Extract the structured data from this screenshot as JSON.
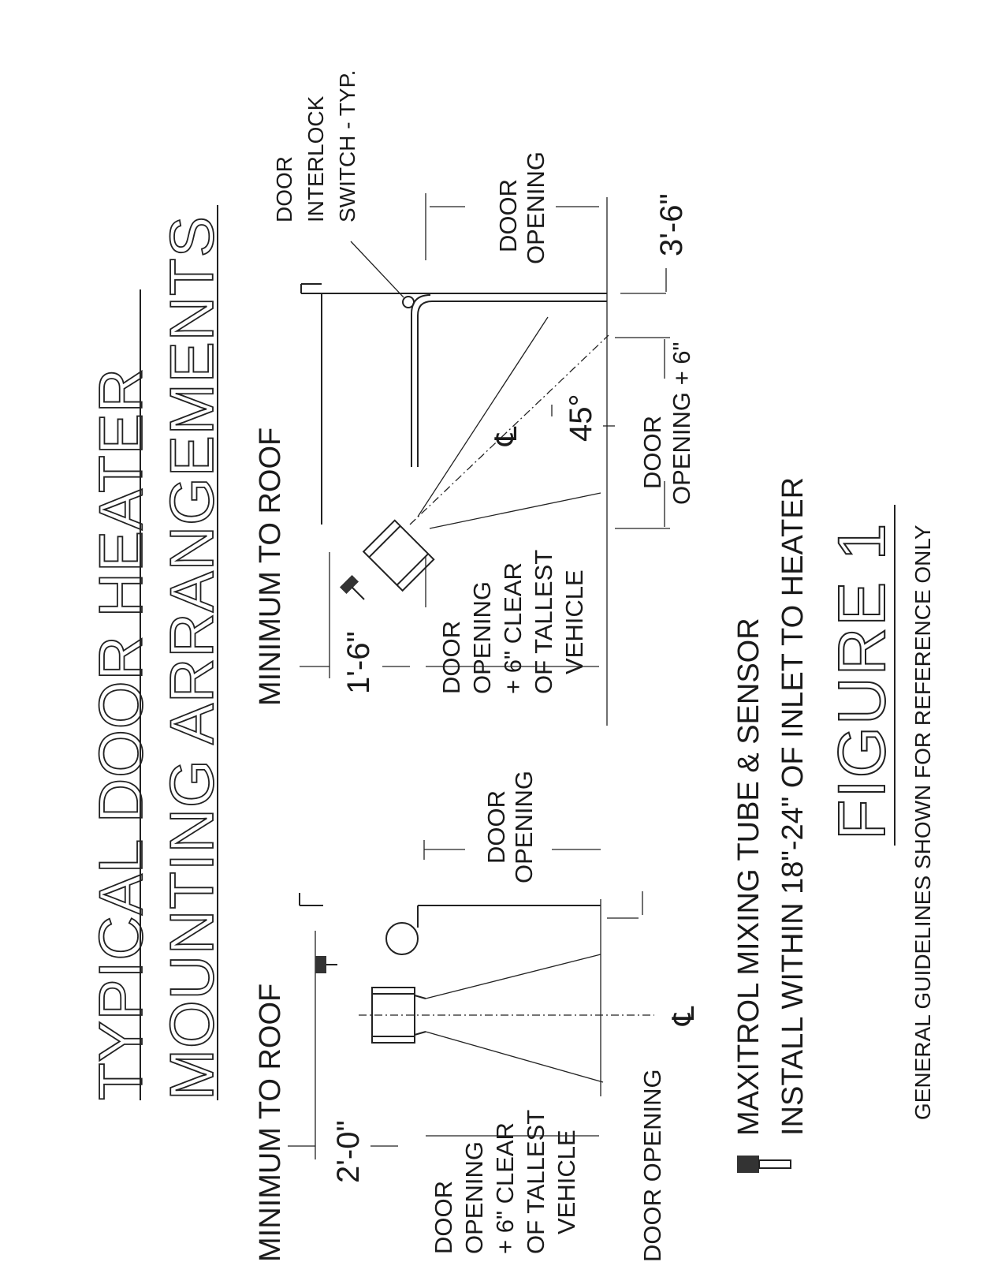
{
  "title": {
    "line1": "TYPICAL DOOR HEATER",
    "line2": "MOUNTING ARRANGEMENTS"
  },
  "figure_label": "FIGURE 1",
  "footer_note": "GENERAL GUIDELINES SHOWN FOR REFERENCE ONLY",
  "legend": {
    "line1": "MAXITROL MIXING TUBE & SENSOR",
    "line2": "INSTALL WITHIN 18\"-24\" OF INLET TO HEATER"
  },
  "left_arrangement": {
    "min_to_roof": "MINIMUM TO ROOF",
    "dim_top": "2'-0\"",
    "clearance": [
      "DOOR",
      "OPENING",
      "+ 6\" CLEAR",
      "OF TALLEST",
      "VEHICLE"
    ],
    "door_opening": [
      "DOOR",
      "OPENING"
    ],
    "door_opening_bottom": "DOOR OPENING",
    "centerline": "℄"
  },
  "right_arrangement": {
    "min_to_roof": "MINIMUM TO ROOF",
    "dim_top": "1'-6\"",
    "clearance": [
      "DOOR",
      "OPENING",
      "+ 6\" CLEAR",
      "OF TALLEST",
      "VEHICLE"
    ],
    "door_opening": [
      "DOOR",
      "OPENING"
    ],
    "door_opening_plus": [
      "DOOR",
      "OPENING + 6\""
    ],
    "interlock": [
      "DOOR",
      "INTERLOCK",
      "SWITCH - TYP."
    ],
    "dim_side": "3'-6\"",
    "angle": "45°",
    "centerline": "℄"
  }
}
